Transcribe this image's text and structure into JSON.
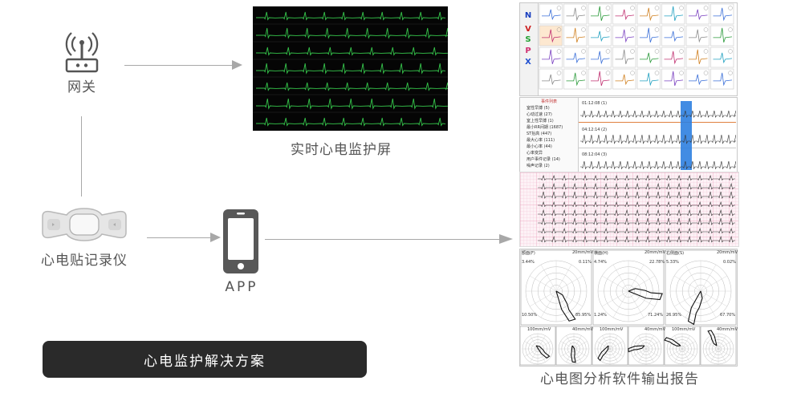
{
  "gateway": {
    "label": "网关",
    "icon": "router-wifi-icon"
  },
  "recorder": {
    "label": "心电贴记录仪",
    "icon": "ecg-patch-icon"
  },
  "app": {
    "label": "APP",
    "icon": "smartphone-icon"
  },
  "monitor": {
    "label": "实时心电监护屏"
  },
  "report": {
    "label": "心电图分析软件输出报告"
  },
  "banner": {
    "label": "心电监护解决方案"
  },
  "beat_types": [
    {
      "letter": "N",
      "color": "#1a3fbf"
    },
    {
      "letter": "V",
      "color": "#cc2020"
    },
    {
      "letter": "S",
      "color": "#22a030"
    },
    {
      "letter": "P",
      "color": "#d03070"
    },
    {
      "letter": "X",
      "color": "#2050d0"
    }
  ],
  "event_list": {
    "header": "事件列表",
    "items": [
      "室性早搏 (5)",
      "心动过速 (27)",
      "室上性早搏 (1)",
      "最小RR间期 (1687)",
      "ST抬高 (447)",
      "最大心率 (111)",
      "最小心率 (44)",
      "心率变异",
      "用户事件记录 (14)",
      "噪声记录 (2)"
    ]
  },
  "strips": [
    "01:12:08 (1)",
    "04:12:14 (2)",
    "08:12:04 (3)"
  ],
  "polar_plots": {
    "row1": [
      {
        "title": "额面(F)",
        "scale": "20mm/mV",
        "tl": "3.44%",
        "tr": "0.11%",
        "bl": "10.50%",
        "br": "85.95%"
      },
      {
        "title": "横面(H)",
        "scale": "20mm/mV",
        "tl": "4.74%",
        "tr": "22.78%",
        "bl": "1.24%",
        "br": "71.24%"
      },
      {
        "title": "右侧面(S)",
        "scale": "20mm/mV",
        "tl": "5.33%",
        "tr": "0.02%",
        "bl": "26.95%",
        "br": "67.70%"
      }
    ],
    "row2_scales": [
      "100mm/mV",
      "40mm/mV",
      "100mm/mV",
      "40mm/mV",
      "100mm/mV",
      "40mm/mV"
    ]
  }
}
